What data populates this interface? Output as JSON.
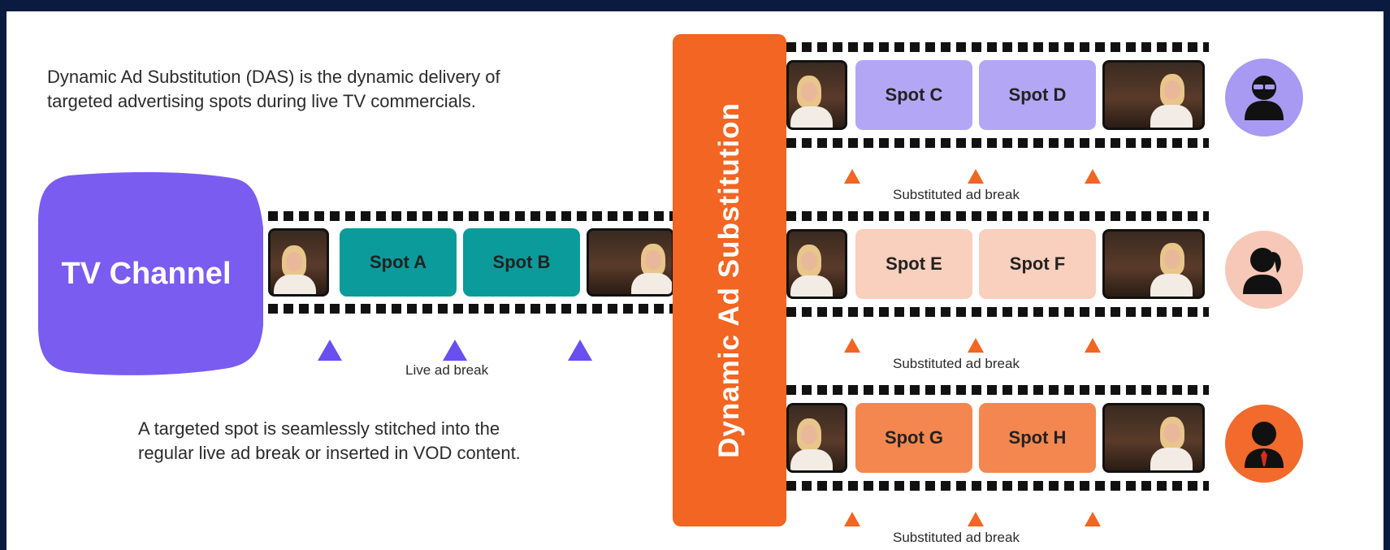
{
  "intro_text": {
    "line1": "Dynamic Ad Substitution (DAS) is the dynamic delivery of",
    "line2": "targeted advertising spots during live TV commercials."
  },
  "outro_text": {
    "line1": "A targeted spot is seamlessly stitched into the",
    "line2": "regular live ad break or inserted in VOD content."
  },
  "tv_channel": {
    "label": "TV Channel",
    "color": "#7b5cf0"
  },
  "live_strip": {
    "spots": [
      "Spot A",
      "Spot B"
    ],
    "spot_color": "#0a9b9a",
    "marker_color": "#6a4ff0",
    "caption": "Live ad break"
  },
  "das": {
    "label": "Dynamic Ad Substitution",
    "color": "#f26522"
  },
  "substituted_strips": [
    {
      "spots": [
        "Spot C",
        "Spot D"
      ],
      "spot_color": "#b3a7f5",
      "avatar_color": "#a89af2",
      "avatar_icon": "person-glasses-icon",
      "caption": "Substituted ad break"
    },
    {
      "spots": [
        "Spot E",
        "Spot F"
      ],
      "spot_color": "#f9cfbd",
      "avatar_color": "#f7c8b8",
      "avatar_icon": "person-ponytail-icon",
      "caption": "Substituted ad break"
    },
    {
      "spots": [
        "Spot G",
        "Spot H"
      ],
      "spot_color": "#f4874f",
      "avatar_color": "#f26a2c",
      "avatar_icon": "person-tie-icon",
      "caption": "Substituted ad break"
    }
  ],
  "sub_marker_color": "#f26522"
}
